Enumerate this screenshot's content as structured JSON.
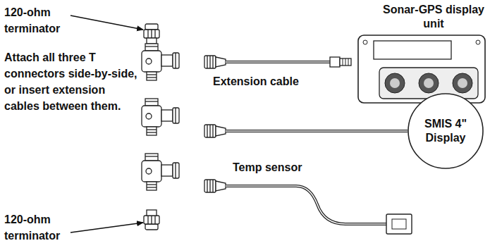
{
  "diagram": {
    "nodes": [
      {
        "text": [
          "Sonar-GPS display unit"
        ]
      },
      {
        "text": [
          "SMIS 4\" Display"
        ]
      }
    ],
    "labels": [
      "120-ohm terminator",
      "Attach all three T connectors side-by-side, or insert extension cables between them.",
      "Extension cable",
      "Temp sensor",
      "120-ohm terminator"
    ]
  }
}
